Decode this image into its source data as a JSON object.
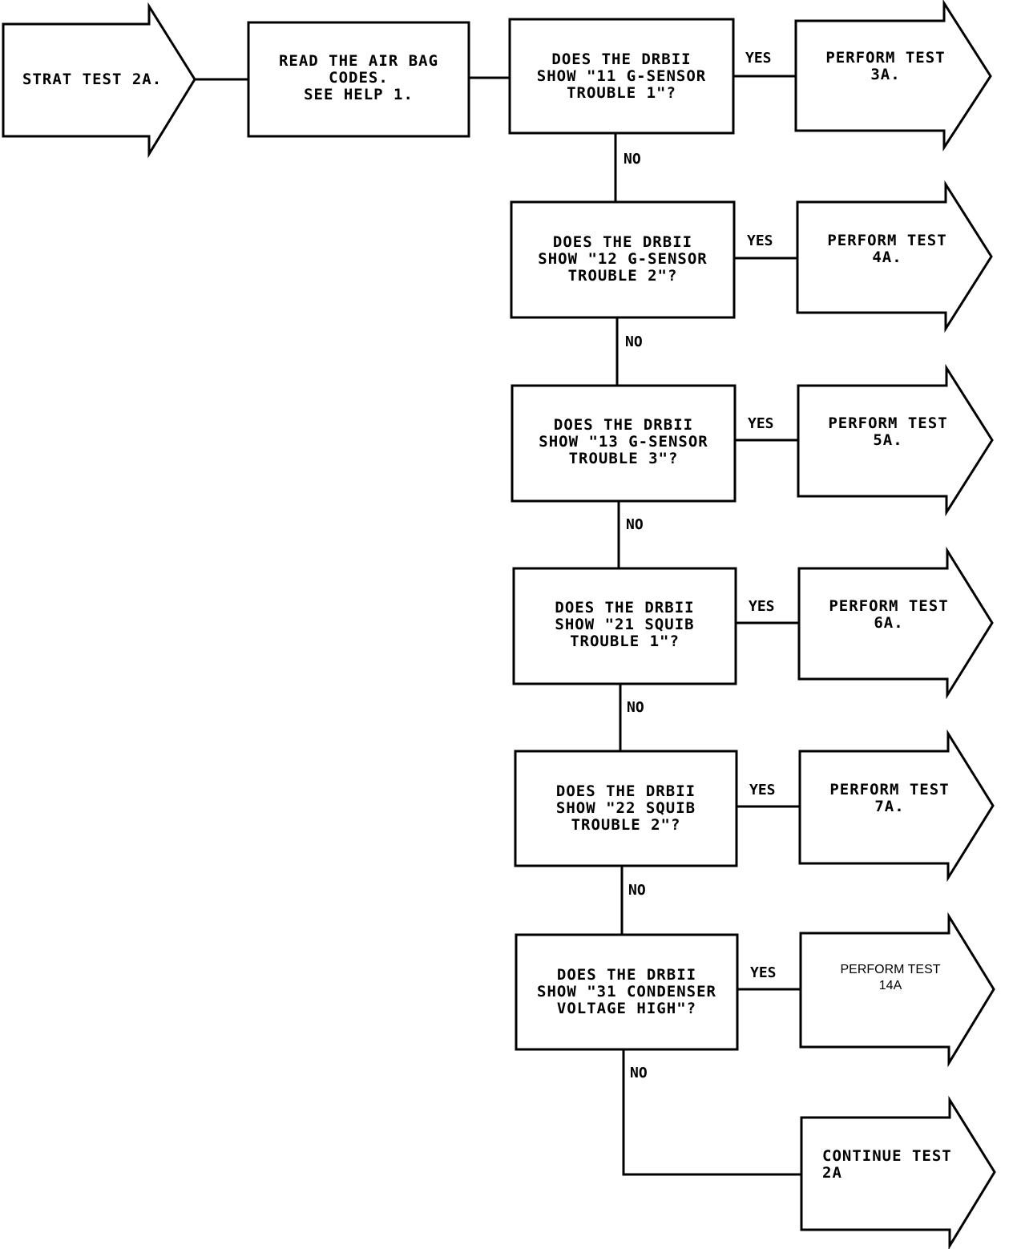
{
  "start": {
    "label": "STRAT TEST 2A."
  },
  "read_codes": {
    "label": "READ THE AIR BAG\nCODES.\nSEE HELP 1."
  },
  "questions": [
    {
      "label": "DOES THE DRBII\nSHOW \"11 G-SENSOR\nTROUBLE 1\"?",
      "yes_label": "YES",
      "no_label": "NO",
      "outcome": "PERFORM TEST\n3A."
    },
    {
      "label": "DOES THE DRBII\nSHOW \"12 G-SENSOR\nTROUBLE 2\"?",
      "yes_label": "YES",
      "no_label": "NO",
      "outcome": "PERFORM TEST\n4A."
    },
    {
      "label": "DOES THE DRBII\nSHOW \"13 G-SENSOR\nTROUBLE 3\"?",
      "yes_label": "YES",
      "no_label": "NO",
      "outcome": "PERFORM TEST\n5A."
    },
    {
      "label": "DOES THE DRBII\nSHOW \"21 SQUIB\nTROUBLE 1\"?",
      "yes_label": "YES",
      "no_label": "NO",
      "outcome": "PERFORM TEST\n6A."
    },
    {
      "label": "DOES THE DRBII\nSHOW \"22 SQUIB\nTROUBLE 2\"?",
      "yes_label": "YES",
      "no_label": "NO",
      "outcome": "PERFORM TEST\n7A."
    },
    {
      "label": "DOES THE DRBII\nSHOW \"31 CONDENSER\nVOLTAGE HIGH\"?",
      "yes_label": "YES",
      "no_label": "NO",
      "outcome": "PERFORM TEST\n14A"
    }
  ],
  "final": {
    "label": "CONTINUE TEST\n2A"
  },
  "colors": {
    "stroke": "#000000",
    "background": "#ffffff"
  }
}
